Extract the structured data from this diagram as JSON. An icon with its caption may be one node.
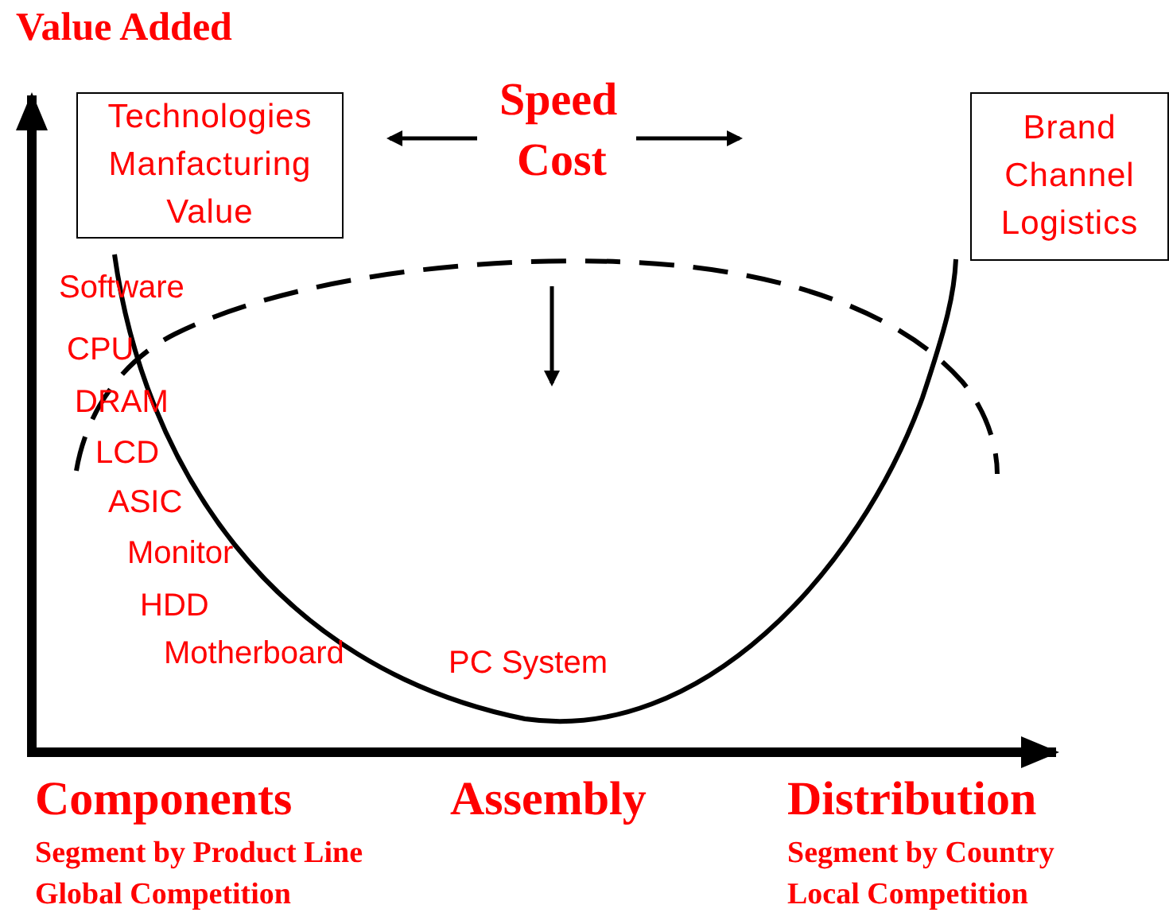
{
  "diagram": {
    "nodes": [
      {
        "text": [
          "Technologies Manfacturing Value"
        ]
      },
      {
        "text": [
          "Brand Channel Logistics"
        ]
      }
    ],
    "labels": [
      "Value Added",
      "Speed",
      "Cost",
      "Software",
      "CPU",
      "DRAM",
      "LCD",
      "ASIC",
      "Monitor",
      "HDD",
      "Motherboard",
      "PC System",
      "Components",
      "Assembly",
      "Distribution",
      "Segment by Product Line",
      "Global Competition",
      "Segment by Country",
      "Local Competition"
    ]
  }
}
